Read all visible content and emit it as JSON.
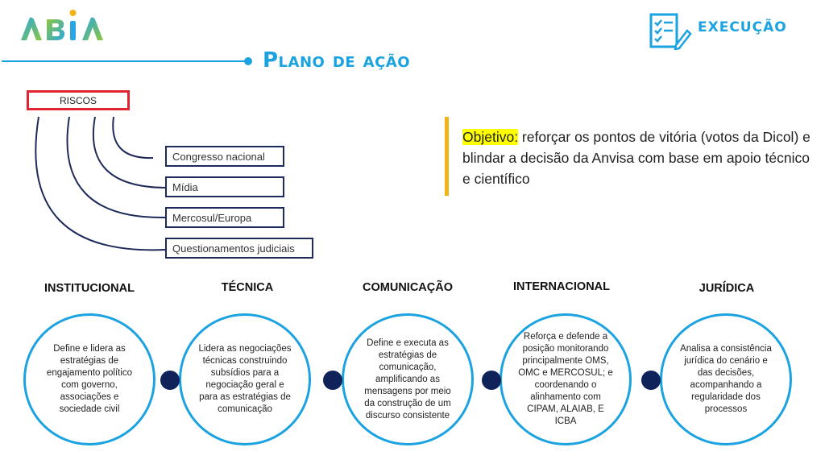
{
  "header": {
    "logo_text": "ABIA",
    "section_label": "EXECUÇÃO",
    "section_icon": "checklist-document-icon",
    "page_title": "Plano de ação"
  },
  "colors": {
    "accent": "#1aa3e0",
    "navy": "#1e2b5a",
    "risk_red": "#e02530",
    "objective_bar": "#f2b316",
    "highlight": "#ffff00"
  },
  "risks": {
    "title": "RISCOS",
    "items": [
      "Congresso nacional",
      "Mídia",
      "Mercosul/Europa",
      "Questionamentos judiciais"
    ]
  },
  "objective": {
    "label": "Objetivo:",
    "text": " reforçar os pontos de vitória (votos da Dicol) e blindar a decisão da Anvisa com base em apoio técnico e científico"
  },
  "pillars": [
    {
      "title": "INSTITUCIONAL",
      "text": "Define e lidera as estratégias de engajamento político com governo, associações e sociedade civil"
    },
    {
      "title": "TÉCNICA",
      "text": "Lidera as negociações técnicas construindo subsídios para a negociação geral e para as estratégias de comunicação"
    },
    {
      "title": "COMUNICAÇÃO",
      "text": "Define e executa as estratégias de comunicação, amplificando as mensagens por meio da construção de um discurso consistente"
    },
    {
      "title": "INTERNACIONAL",
      "text": "Reforça e defende a posição monitorando principalmente OMS, OMC e MERCOSUL; e coordenando o alinhamento com CIPAM, ALAIAB, E ICBA"
    },
    {
      "title": "JURÍDICA",
      "text": "Analisa a consistência jurídica do cenário e das decisões, acompanhando a regularidade dos processos"
    }
  ]
}
